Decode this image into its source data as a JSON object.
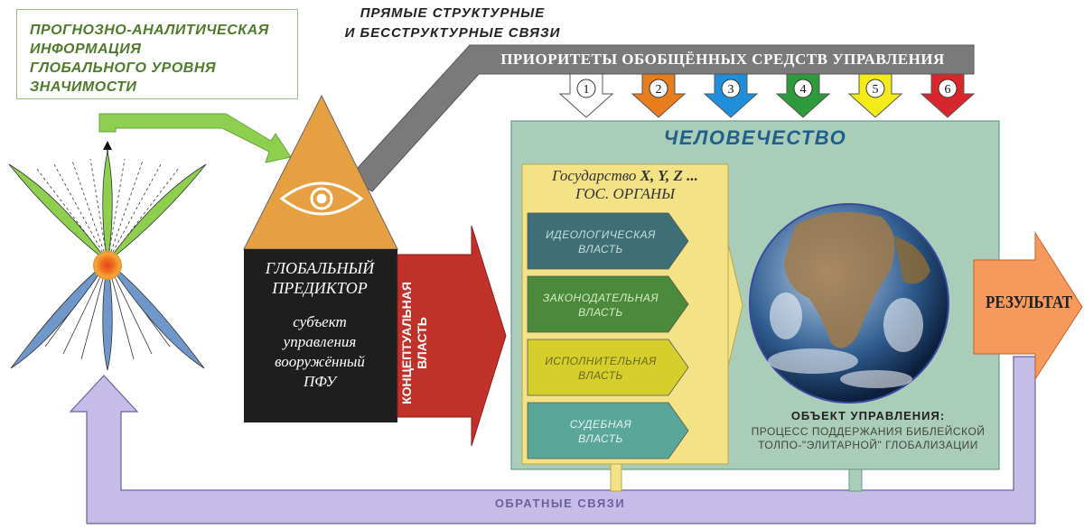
{
  "info_box": {
    "text": "ПРОГНОЗНО-АНАЛИТИЧЕСКАЯ\nИНФОРМАЦИЯ\nГЛОБАЛЬНОГО УРОВНЯ\nЗНАЧИМОСТИ"
  },
  "links_label": "ПРЯМЫЕ СТРУКТУРНЫЕ\nИ БЕССТРУКТУРНЫЕ СВЯЗИ",
  "priorities": {
    "label": "ПРИОРИТЕТЫ ОБОБЩЁННЫХ СРЕДСТВ УПРАВЛЕНИЯ",
    "items": [
      {
        "number": "1",
        "color": "#ffffff"
      },
      {
        "number": "2",
        "color": "#e87d1e"
      },
      {
        "number": "3",
        "color": "#1e8fd8"
      },
      {
        "number": "4",
        "color": "#2e9a3c"
      },
      {
        "number": "5",
        "color": "#f3ec1a"
      },
      {
        "number": "6",
        "color": "#d8262c"
      }
    ]
  },
  "predictor": {
    "title": "ГЛОБАЛЬНЫЙ\nПРЕДИКТОР",
    "subtitle": "субъект\nуправления\nвооружённый\nПФУ"
  },
  "conceptual_power": "КОНЦЕПТУАЛЬНАЯ\nВЛАСТЬ",
  "humanity": {
    "title": "ЧЕЛОВЕЧЕСТВО",
    "state_prefix": "Государство ",
    "state_names": "X, Y, Z ...",
    "state_organs": "ГОС. ОРГАНЫ",
    "branches": [
      {
        "label": "ИДЕОЛОГИЧЕСКАЯ\nВЛАСТЬ",
        "color": "#3e6f76",
        "text_color": "#c9dcdc"
      },
      {
        "label": "ЗАКОНОДАТЕЛЬНАЯ\nВЛАСТЬ",
        "color": "#4a8a3a",
        "text_color": "#d8ecc8"
      },
      {
        "label": "ИСПОЛНИТЕЛЬНАЯ\nВЛАСТЬ",
        "color": "#d6cf2b",
        "text_color": "#6b6620"
      },
      {
        "label": "СУДЕБНАЯ\nВЛАСТЬ",
        "color": "#5aa79a",
        "text_color": "#e6f3ef"
      }
    ]
  },
  "control_object": {
    "title": "ОБЪЕКТ УПРАВЛЕНИЯ:",
    "description": "ПРОЦЕСС ПОДДЕРЖАНИЯ БИБЛЕЙСКОЙ\nТОЛПО-\"ЭЛИТАРНОЙ\" ГЛОБАЛИЗАЦИИ"
  },
  "result": "РЕЗУЛЬТАТ",
  "feedback": "ОБРАТНЫЕ СВЯЗИ",
  "colors": {
    "green_arrow": "#8fcf4f",
    "green_line": "#9bbb85",
    "pyramid": "#e6a041",
    "black_box": "#1e1e1e",
    "red_arrow": "#c0312a",
    "gray_bar": "#7a7a7a",
    "humanity_bg": "#a9cdb8",
    "state_bg": "#f3e386",
    "result_arrow": "#f59a5c",
    "feedback_arrow": "#c5bde8"
  }
}
